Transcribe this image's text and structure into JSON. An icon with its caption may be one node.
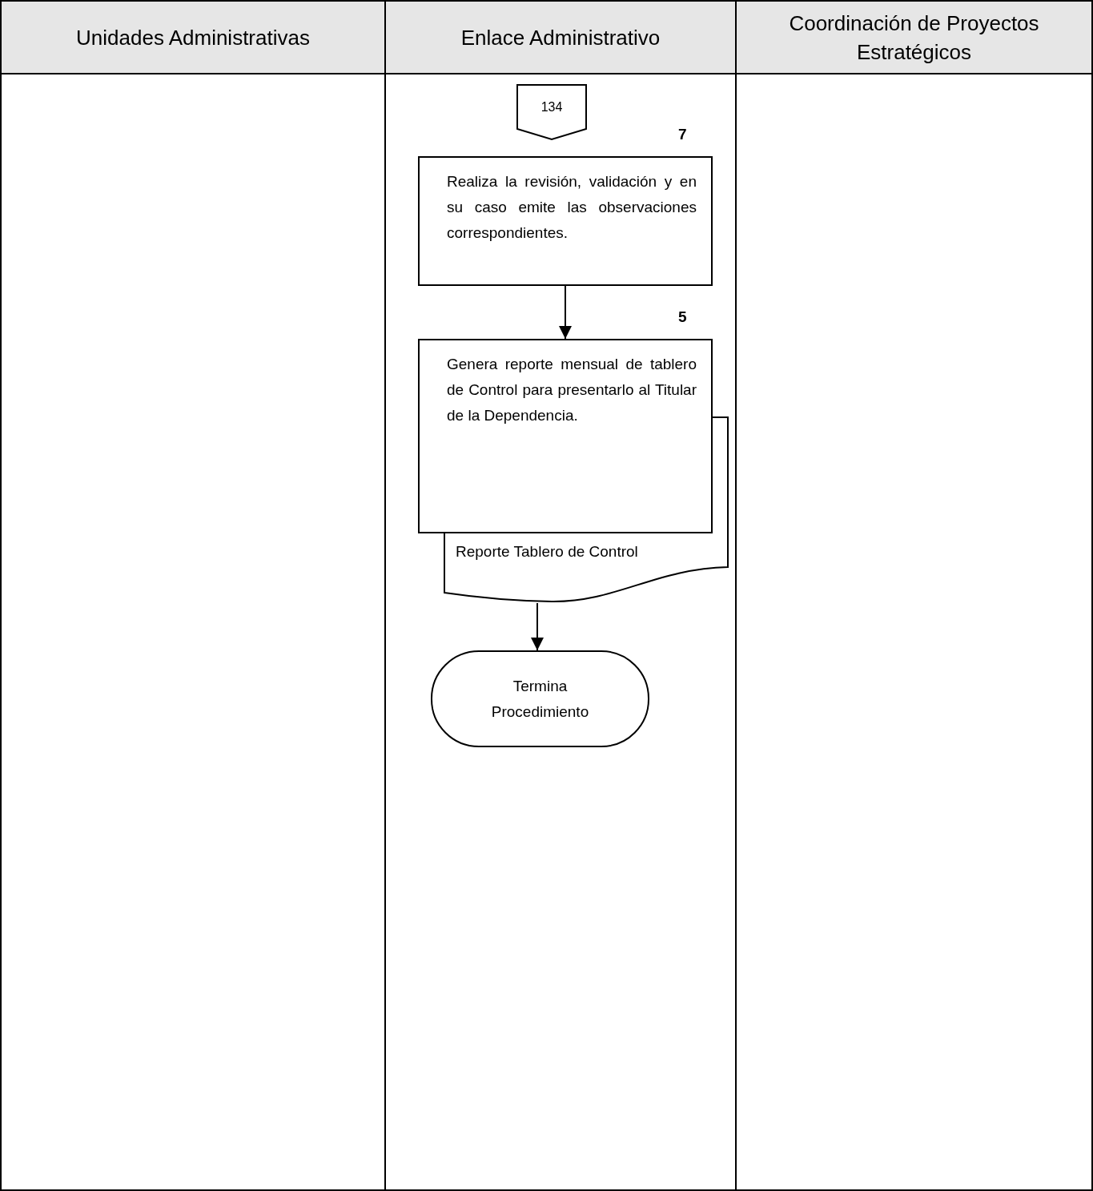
{
  "diagram": {
    "nodes": [
      {
        "text": [
          "Unidades Administrativas"
        ]
      },
      {
        "text": [
          "Enlace Administrativo"
        ]
      },
      {
        "text": [
          "Coordinación de Proyectos Estratégicos"
        ]
      },
      {
        "text": [
          "134"
        ],
        "in": 1
      },
      {
        "text": [
          "Realiza la revisión, validación y en su caso emite las observaciones correspondientes."
        ],
        "in": 1,
        "beside": [
          "7"
        ]
      },
      {
        "text": [
          "Genera reporte mensual de tablero de Control para presentarlo al Titular de la Dependencia."
        ],
        "in": 1,
        "beside": [
          "5"
        ]
      },
      {
        "text": [
          "Reporte Tablero de Control"
        ],
        "in": 1
      },
      {
        "text": [
          "Termina Procedimiento"
        ],
        "in": 1
      }
    ],
    "edges": [
      {
        "from": 4,
        "to": 5,
        "arrow": "to"
      },
      {
        "from": 6,
        "to": 7,
        "arrow": "to"
      }
    ]
  }
}
